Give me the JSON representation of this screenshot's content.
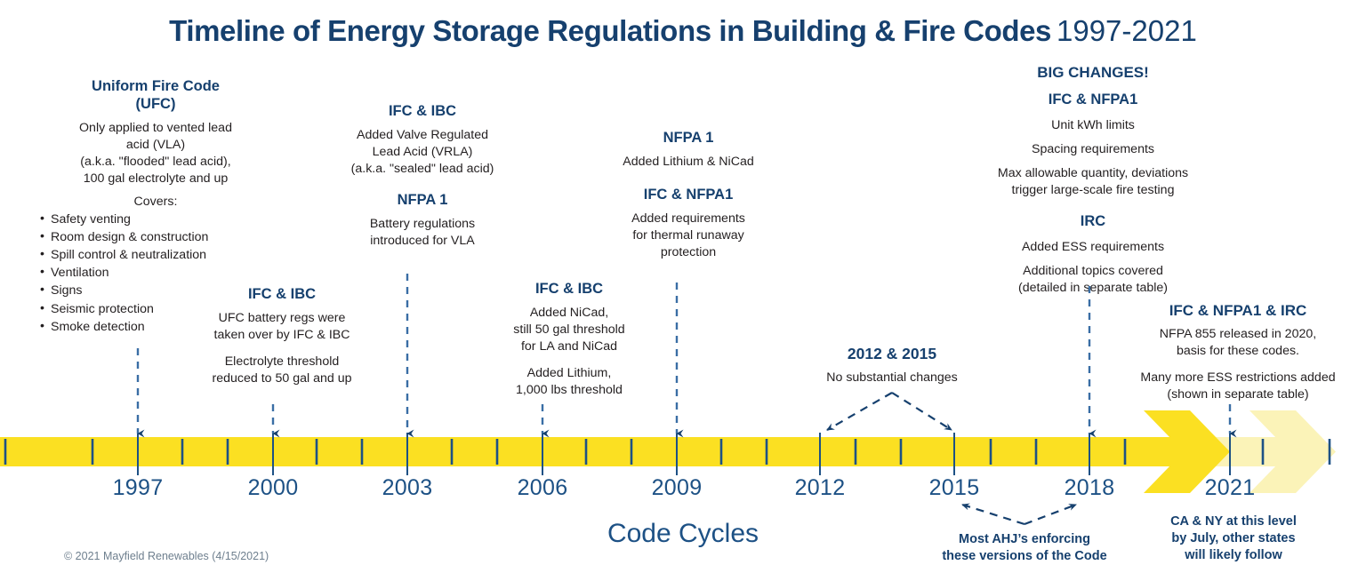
{
  "title": {
    "main": "Timeline of Energy Storage Regulations in Building & Fire Codes",
    "years": "1997-2021"
  },
  "axis": {
    "label": "Code Cycles",
    "years": [
      "1997",
      "2000",
      "2003",
      "2006",
      "2009",
      "2012",
      "2015",
      "2018",
      "2021"
    ]
  },
  "copyright": "© 2021 Mayfield Renewables (4/15/2021)",
  "colors": {
    "navy": "#16406e",
    "blue": "#1d5185",
    "yellow": "#fbe022",
    "yellow_pale": "#fbf3b8",
    "body_text": "#231f20"
  },
  "blocks": {
    "ufc_1997": {
      "head": "Uniform Fire Code\n(UFC)",
      "para1": "Only applied to vented lead\nacid (VLA)\n(a.k.a. \"flooded\" lead acid),\n100 gal electrolyte and up",
      "covers_label": "Covers:",
      "bullets": [
        "Safety venting",
        "Room design & construction",
        "Spill control & neutralization",
        "Ventilation",
        "Signs",
        "Seismic protection",
        "Smoke detection"
      ]
    },
    "ifc_ibc_2000": {
      "head": "IFC & IBC",
      "para1": "UFC battery regs were\ntaken over by IFC & IBC",
      "para2": "Electrolyte threshold\nreduced to 50 gal and up"
    },
    "ifc_ibc_2003": {
      "head": "IFC & IBC",
      "para1": "Added Valve Regulated\nLead Acid (VRLA)\n(a.k.a. \"sealed\" lead acid)",
      "head2": "NFPA 1",
      "para2": "Battery regulations\nintroduced for VLA"
    },
    "ifc_ibc_2006": {
      "head": "IFC & IBC",
      "para1": "Added NiCad,\nstill 50 gal threshold\nfor LA and NiCad",
      "para2": "Added Lithium,\n1,000 lbs threshold"
    },
    "nfpa_2009": {
      "head": "NFPA 1",
      "para1": "Added Lithium & NiCad",
      "head2": "IFC & NFPA1",
      "para2": "Added requirements\nfor thermal runaway\nprotection"
    },
    "mid_2012_2015": {
      "head": "2012 & 2015",
      "para1": "No substantial changes"
    },
    "big_2018": {
      "banner": "BIG CHANGES!",
      "head": "IFC & NFPA1",
      "para1": "Unit kWh limits",
      "para2": "Spacing requirements",
      "para3": "Max allowable quantity, deviations\ntrigger large-scale fire testing",
      "head2": "IRC",
      "para4": "Added ESS requirements",
      "para5": "Additional topics covered\n(detailed in separate table)"
    },
    "codes_2021": {
      "head": "IFC & NFPA1 & IRC",
      "para1": "NFPA 855 released in 2020,\nbasis for these codes.",
      "para2": "Many more ESS restrictions added\n(shown in separate table)"
    }
  },
  "callouts": {
    "ahj": "Most AHJ’s enforcing\nthese versions of the Code",
    "ca_ny": "CA & NY at this level\nby July, other states\nwill likely follow"
  }
}
